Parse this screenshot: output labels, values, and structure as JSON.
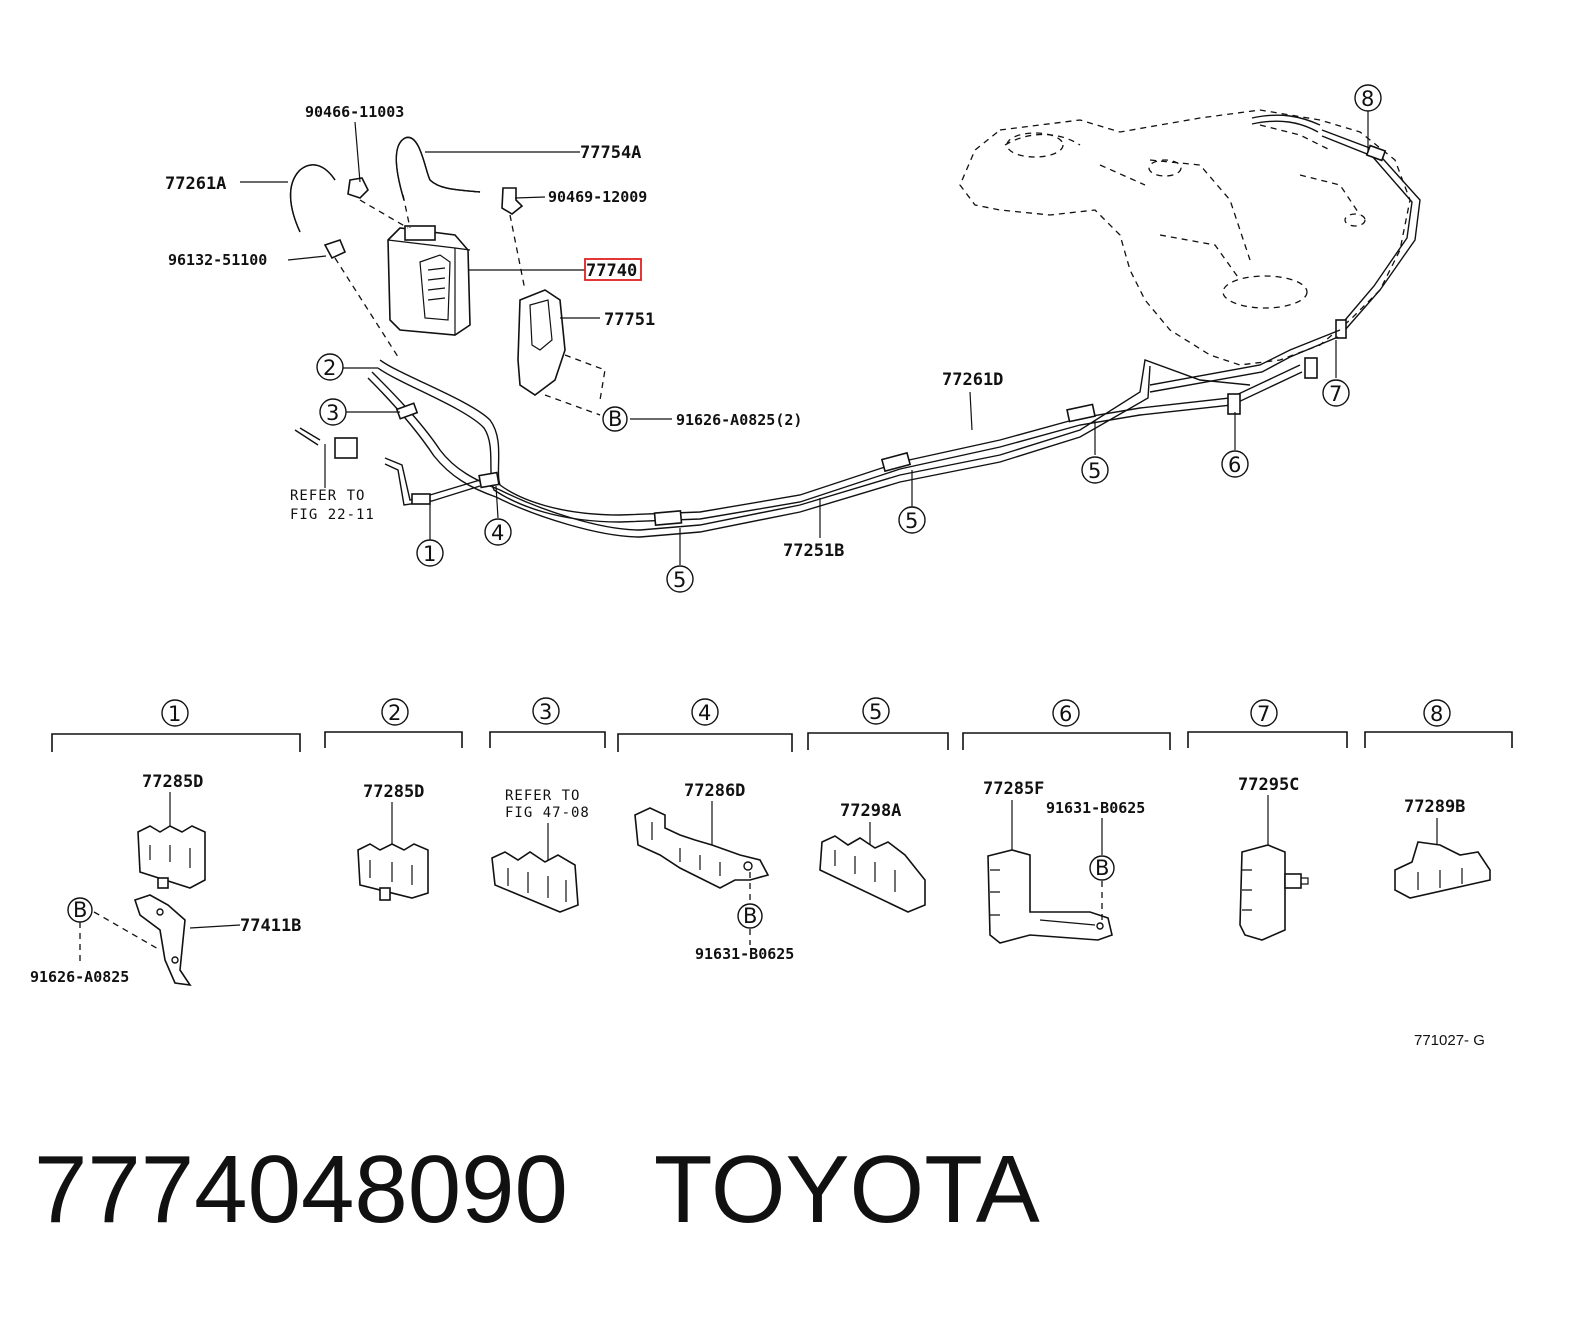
{
  "diagram": {
    "figure_code": "771027- G",
    "highlight_label": "77740",
    "labels": {
      "p90466": "90466-11003",
      "p77754A": "77754A",
      "p77261A": "77261A",
      "p90469": "90469-12009",
      "p96132": "96132-51100",
      "p77751": "77751",
      "p91626_2": "91626-A0825(2)",
      "p77261D": "77261D",
      "p77251B": "77251B",
      "refer1_line1": "REFER TO",
      "refer1_line2": "FIG 22-11",
      "b_letter": "B"
    },
    "callouts": [
      "1",
      "2",
      "3",
      "4",
      "5",
      "6",
      "7",
      "8"
    ],
    "groups": [
      {
        "num": "1",
        "part": "77285D",
        "extra": "77411B",
        "fastener": "91626-A0825"
      },
      {
        "num": "2",
        "part": "77285D"
      },
      {
        "num": "3",
        "ref_line1": "REFER TO",
        "ref_line2": "FIG 47-08"
      },
      {
        "num": "4",
        "part": "77286D",
        "fastener": "91631-B0625"
      },
      {
        "num": "5",
        "part": "77298A"
      },
      {
        "num": "6",
        "part": "77285F",
        "fastener": "91631-B0625"
      },
      {
        "num": "7",
        "part": "77295C"
      },
      {
        "num": "8",
        "part": "77289B"
      }
    ]
  },
  "title": {
    "part_number": "7774048090",
    "brand": "TOYOTA"
  }
}
